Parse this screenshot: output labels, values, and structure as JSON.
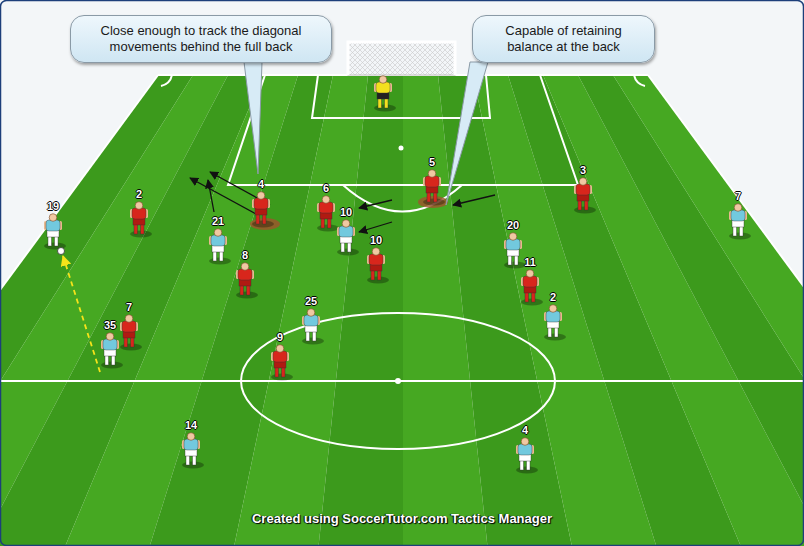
{
  "diagram": {
    "nodes": [
      {
        "text": [
          "Close enough to track the diagonal movements behind the full back"
        ]
      },
      {
        "text": [
          "Capable of retaining balance at the back"
        ]
      }
    ],
    "labels": [
      "19",
      "2",
      "21",
      "4",
      "6",
      "10",
      "10",
      "5",
      "3",
      "7",
      "20",
      "11",
      "8",
      "25",
      "7",
      "35",
      "9",
      "2",
      "14",
      "4",
      "Created using SoccerTutor.com Tactics Manager"
    ]
  }
}
